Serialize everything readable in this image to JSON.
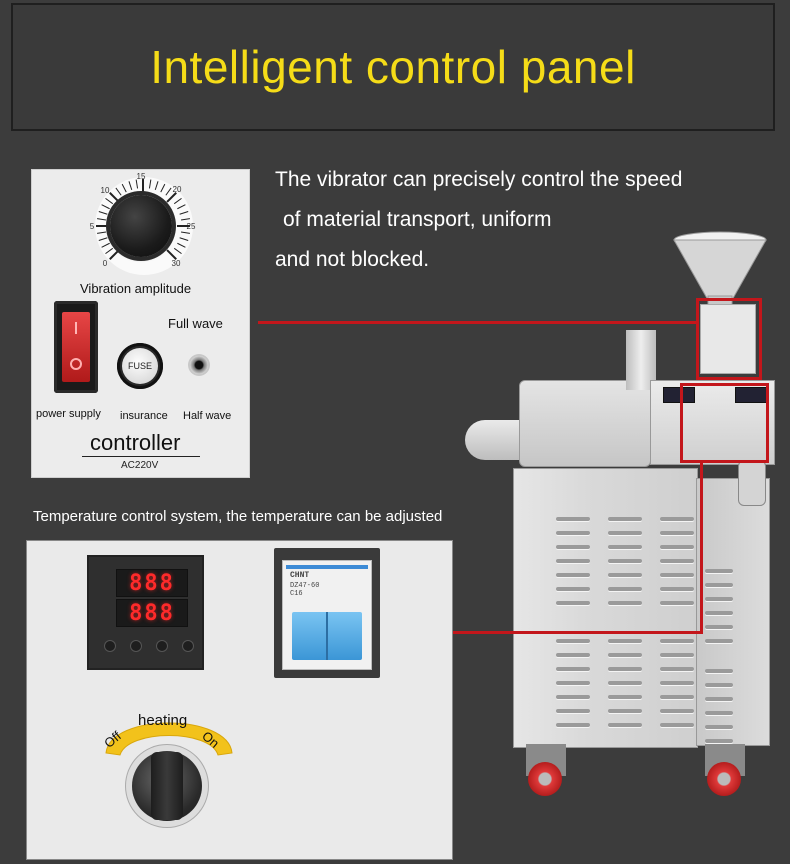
{
  "header": {
    "title": "Intelligent control panel"
  },
  "vibrator_description": {
    "line1": "The vibrator can precisely control the speed",
    "line2": "of material transport, uniform",
    "line3": "and not blocked."
  },
  "controller_panel": {
    "dial_label": "Vibration amplitude",
    "dial_numbers": [
      "10",
      "15",
      "20",
      "25",
      "30",
      "5",
      "0"
    ],
    "full_wave_label": "Full wave",
    "fuse_label": "FUSE",
    "power_supply_label": "power supply",
    "insurance_label": "insurance",
    "half_wave_label": "Half wave",
    "title": "controller",
    "voltage": "AC220V"
  },
  "temperature_caption": "Temperature control system, the temperature can be adjusted",
  "temperature_panel": {
    "display_top": "888",
    "display_bottom": "888",
    "breaker_brand": "CHNT",
    "breaker_model": "DZ47-60",
    "breaker_rating": "C16",
    "heating_label": "heating",
    "off_label": "Off",
    "on_label": "On"
  },
  "colors": {
    "title_yellow": "#f5dc18",
    "background": "#3c3c3c",
    "connector_red": "#c3161b",
    "breaker_blue": "#3b96d6",
    "knob_plate_yellow": "#f2c21b"
  },
  "icons": {
    "dial": "rotary-dial-icon",
    "power": "rocker-switch-icon",
    "fuse": "fuse-holder-icon",
    "mode": "toggle-switch-icon",
    "rotary": "rotary-switch-icon"
  }
}
